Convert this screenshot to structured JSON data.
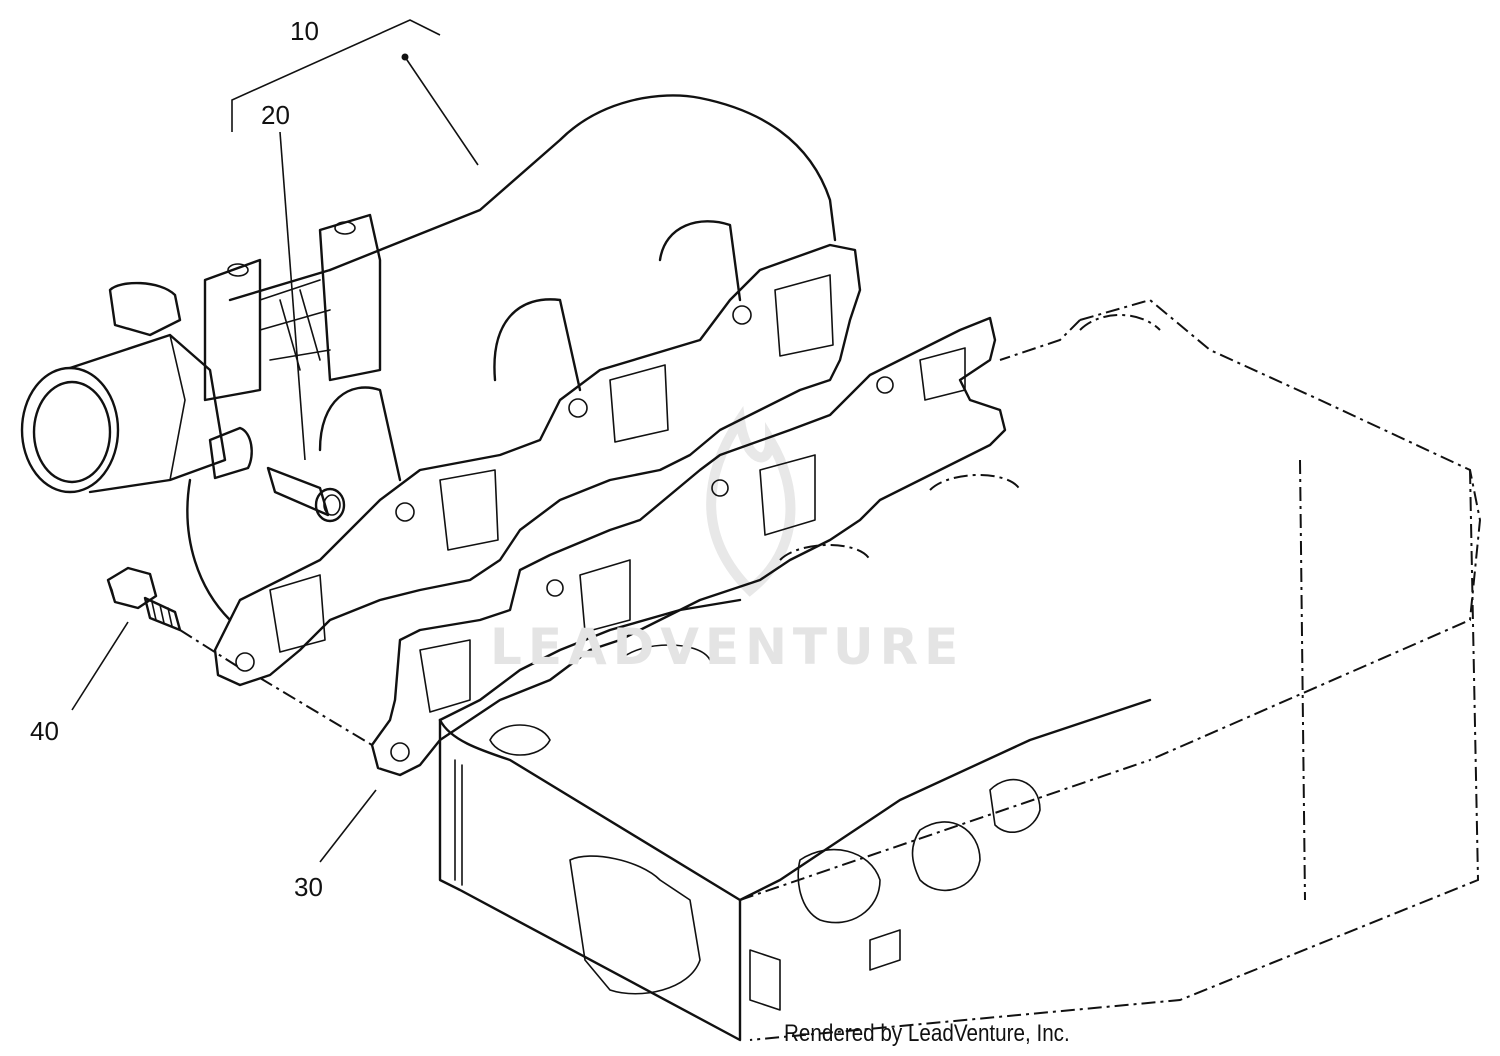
{
  "callouts": {
    "c10": "10",
    "c20": "20",
    "c30": "30",
    "c40": "40"
  },
  "watermark": "LEADVENTURE",
  "credit": "Rendered by LeadVenture, Inc.",
  "colors": {
    "line": "#111111",
    "watermark": "#e4e4e4",
    "gasket_dots": "#555555"
  }
}
